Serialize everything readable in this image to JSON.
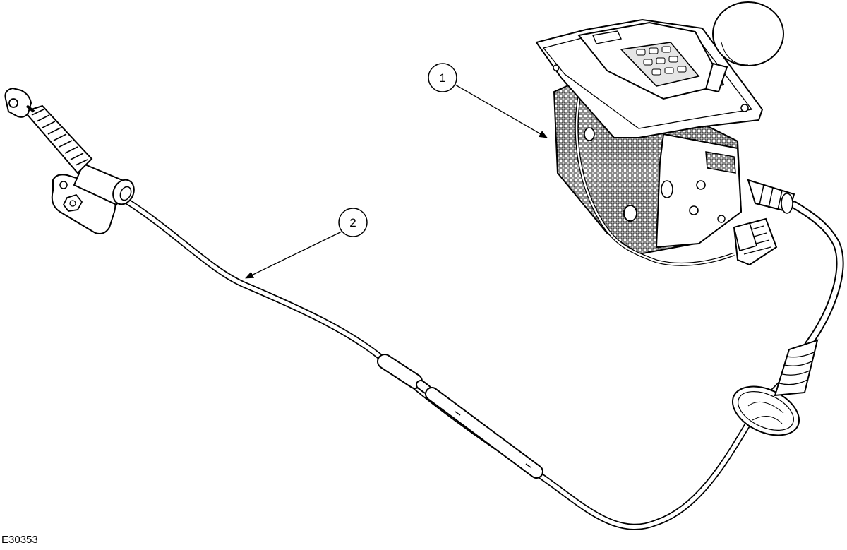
{
  "callouts": [
    {
      "id": "1",
      "label": "1"
    },
    {
      "id": "2",
      "label": "2"
    }
  ],
  "figure_code": "E30353",
  "colors": {
    "line": "#000000",
    "fill": "#ffffff",
    "shade": "#e6e6e6"
  }
}
